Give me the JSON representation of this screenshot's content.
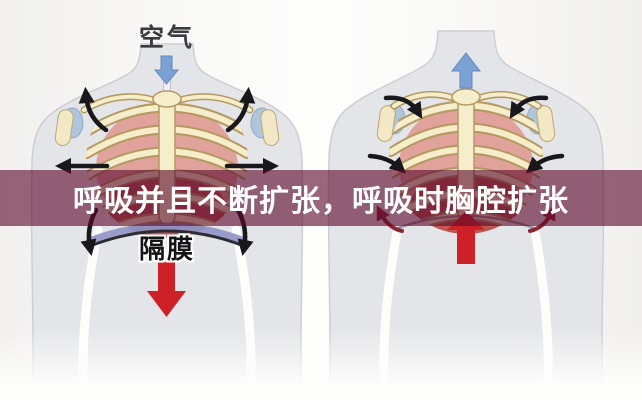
{
  "banner": {
    "text": "呼吸并且不断扩张，呼吸时胸腔扩张"
  },
  "left_panel": {
    "air_label": "空气",
    "diaphragm_label": "隔膜",
    "air_flow": "down",
    "diaphragm_arrow": "down",
    "rib_arrows": "outward-expansion"
  },
  "right_panel": {
    "air_flow": "up",
    "diaphragm_arrow": "up",
    "rib_arrows": "inward"
  },
  "colors": {
    "banner_bg": "rgba(92,10,45,0.62)",
    "banner_text": "#ffffff",
    "red_arrow": "#ce2127",
    "blue_arrow": "#7ba2d4",
    "black_arrow": "#17171c",
    "maroon_arrow": "#8c2633",
    "bone": "#f6eecb",
    "bone_outline": "#b49a62",
    "lung_tissue": "#e2a29c",
    "body_silhouette": "#e4e5e8"
  }
}
